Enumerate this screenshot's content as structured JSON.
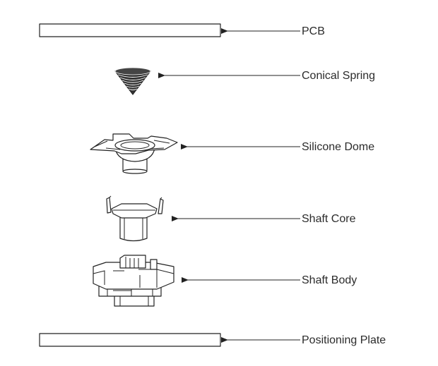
{
  "diagram": {
    "labels": {
      "pcb": "PCB",
      "conical_spring": "Conical Spring",
      "silicone_dome": "Silicone Dome",
      "shaft_core": "Shaft Core",
      "shaft_body": "Shaft Body",
      "positioning_plate": "Positioning Plate"
    }
  }
}
